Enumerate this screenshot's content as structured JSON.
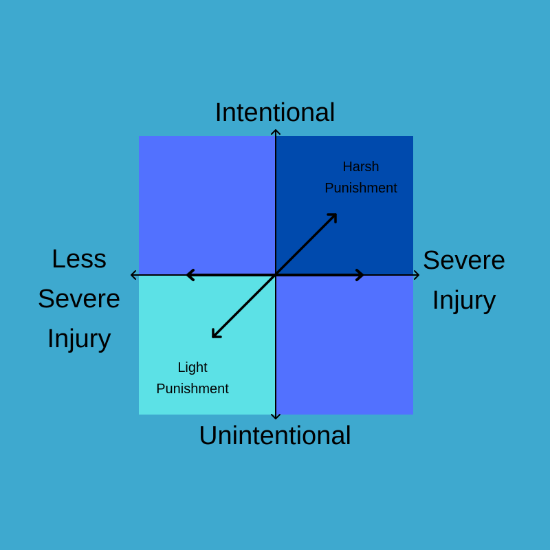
{
  "diagram": {
    "axes": {
      "top": "Intentional",
      "bottom": "Unintentional",
      "left": [
        "Less",
        "Severe",
        "Injury"
      ],
      "right": [
        "Severe",
        "Injury"
      ]
    },
    "quadrant_labels": {
      "top_right": [
        "Harsh",
        "Punishment"
      ],
      "bottom_left": [
        "Light",
        "Punishment"
      ]
    },
    "colors": {
      "background": "#3ea9cf",
      "top_left": "#5271ff",
      "top_right": "#004aad",
      "bottom_left": "#5ce1e6",
      "bottom_right": "#5271ff"
    }
  }
}
